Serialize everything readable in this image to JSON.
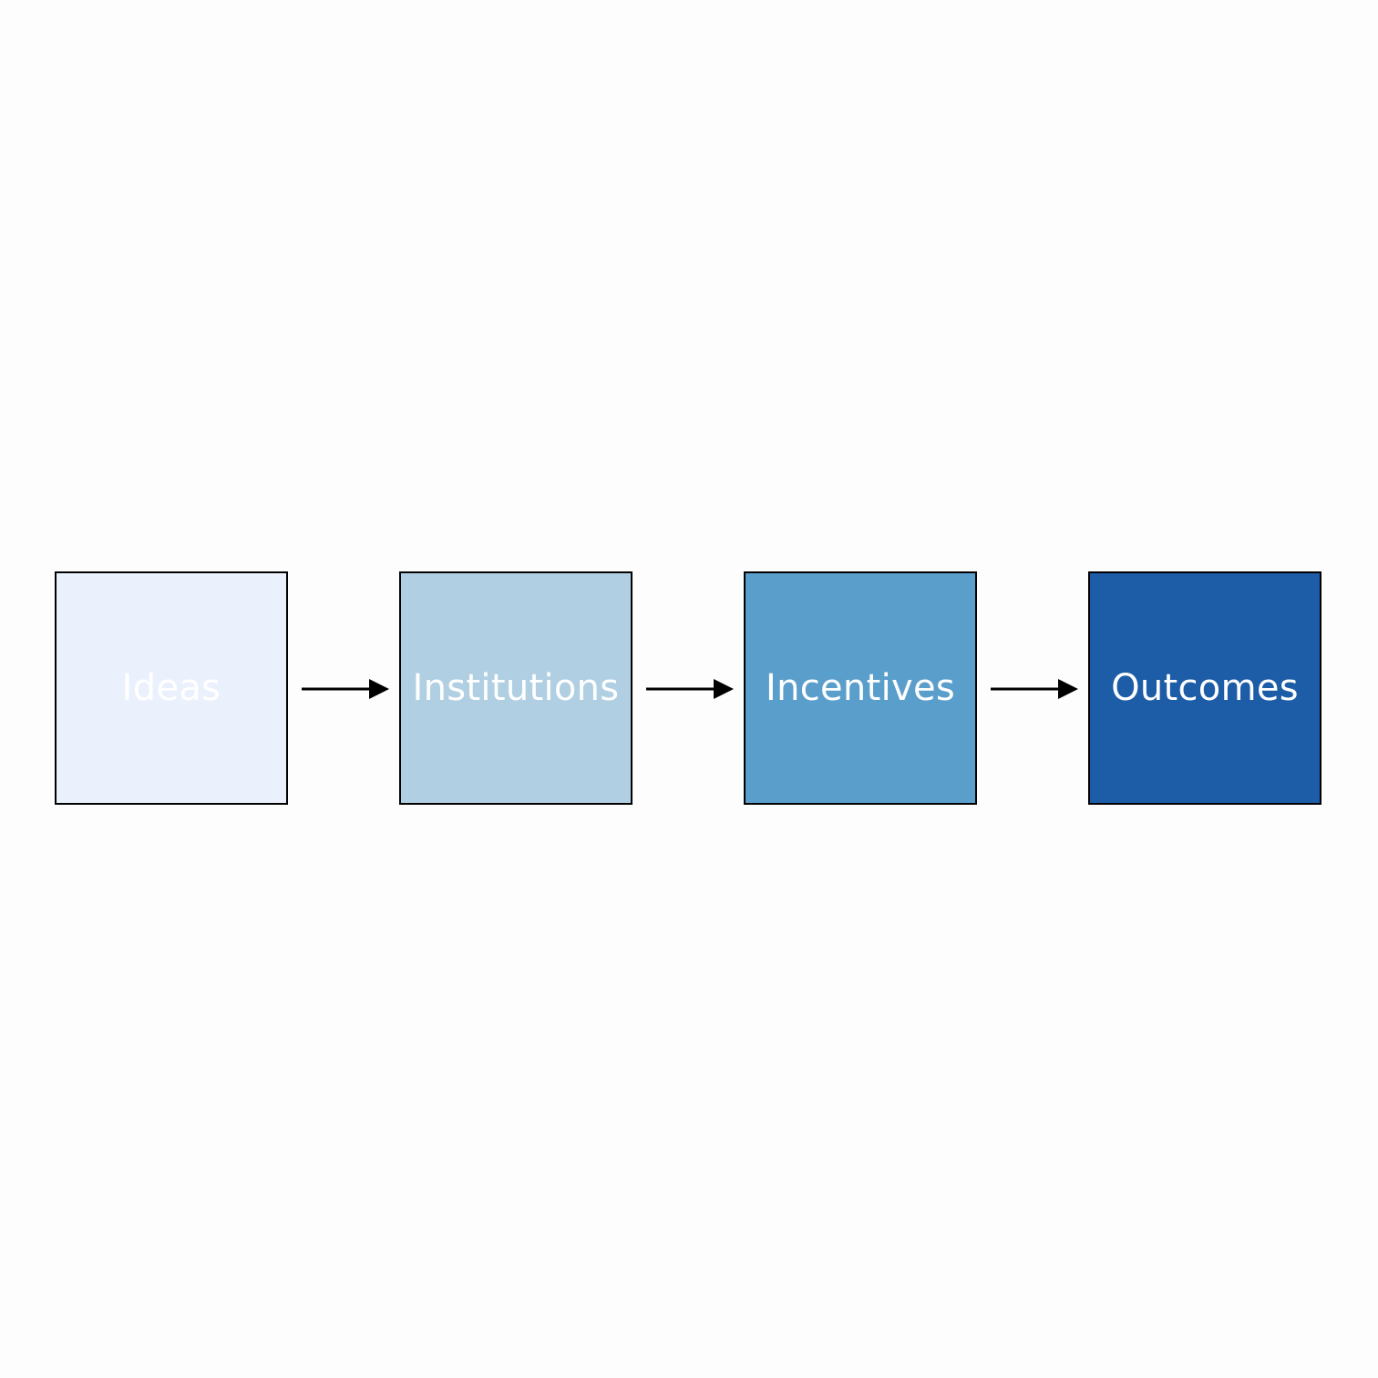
{
  "diagram": {
    "nodes": [
      {
        "label": "Ideas",
        "fill": "#eaf1fd"
      },
      {
        "label": "Institutions",
        "fill": "#b0cfe2"
      },
      {
        "label": "Incentives",
        "fill": "#5a9ecb"
      },
      {
        "label": "Outcomes",
        "fill": "#1d5ca6"
      }
    ],
    "edges": [
      {
        "from": "Ideas",
        "to": "Institutions"
      },
      {
        "from": "Institutions",
        "to": "Incentives"
      },
      {
        "from": "Incentives",
        "to": "Outcomes"
      }
    ],
    "colors": {
      "border": "#000000",
      "label_text": "#ffffff",
      "arrow": "#000000",
      "background": "#fdfdfd"
    }
  }
}
